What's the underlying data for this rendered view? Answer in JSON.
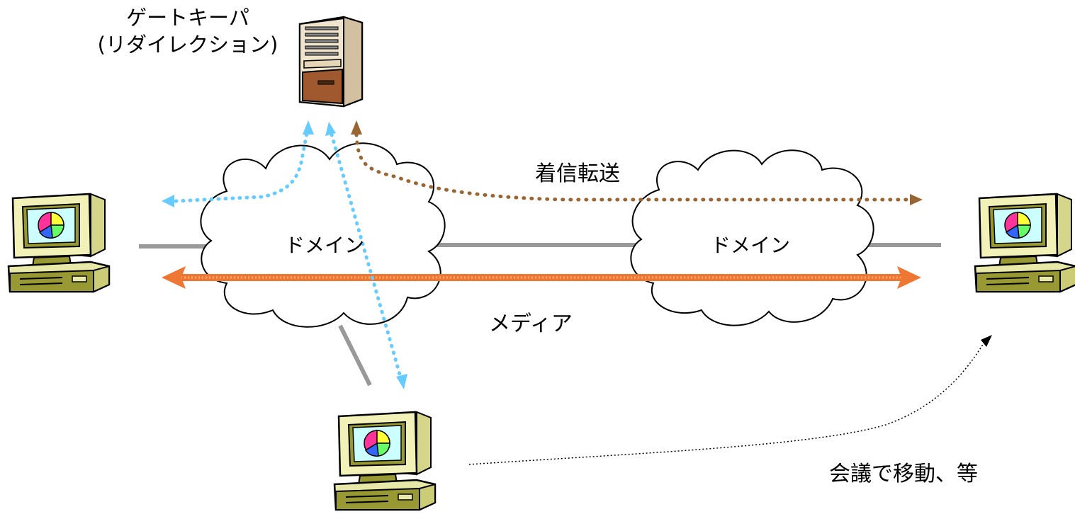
{
  "labels": {
    "gatekeeper_line1": "ゲートキーパ",
    "gatekeeper_line2": "(リダイレクション)",
    "call_forwarding": "着信転送",
    "domain_left": "ドメイン",
    "domain_right": "ドメイン",
    "media": "メディア",
    "move_meeting": "会議で移動、等"
  },
  "colors": {
    "signal_blue": "#66ccff",
    "forward_brown": "#996633",
    "media_orange": "#ee7733",
    "link_gray": "#999999",
    "terminal_body": "#e8e8a8",
    "terminal_base": "#999933",
    "server_body": "#e6d6b8",
    "server_front": "#a0582e"
  },
  "icons": {
    "terminal": "computer-terminal-icon",
    "server": "server-tower-icon",
    "domain": "cloud-shape"
  }
}
